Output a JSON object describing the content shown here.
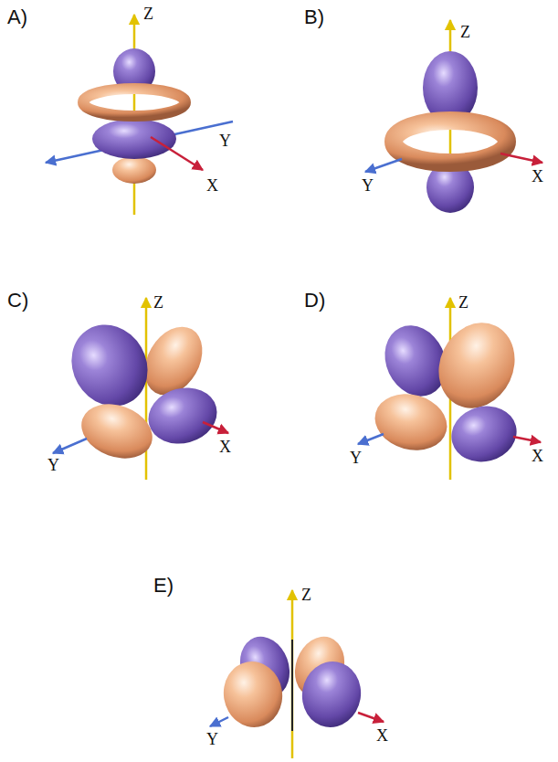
{
  "diagram": {
    "labels": [
      "A)",
      "Z",
      "Y",
      "X",
      "B)",
      "Z",
      "Y",
      "X",
      "C)",
      "Z",
      "Y",
      "X",
      "D)",
      "Z",
      "Y",
      "X",
      "E)",
      "Z",
      "Y",
      "X"
    ]
  }
}
